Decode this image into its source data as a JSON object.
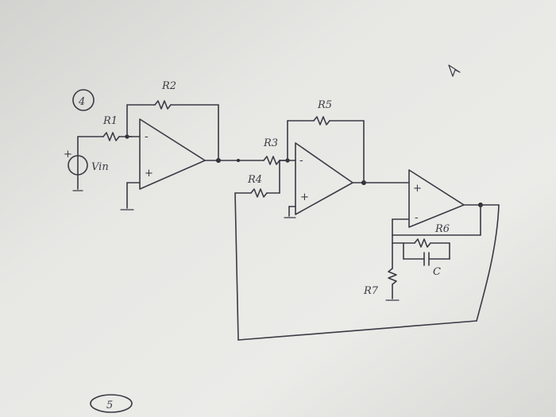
{
  "page_labels": {
    "problem_number": "4",
    "next_problem_number": "5"
  },
  "components": {
    "r1": "R1",
    "r2": "R2",
    "r3": "R3",
    "r4": "R4",
    "r5": "R5",
    "r6": "R6",
    "r7": "R7",
    "c": "C",
    "source": "Vin"
  },
  "pin_signs": {
    "minus": "-",
    "plus": "+"
  },
  "colors": {
    "paper": "#e9e9e6",
    "ink": "#3a3a44"
  }
}
